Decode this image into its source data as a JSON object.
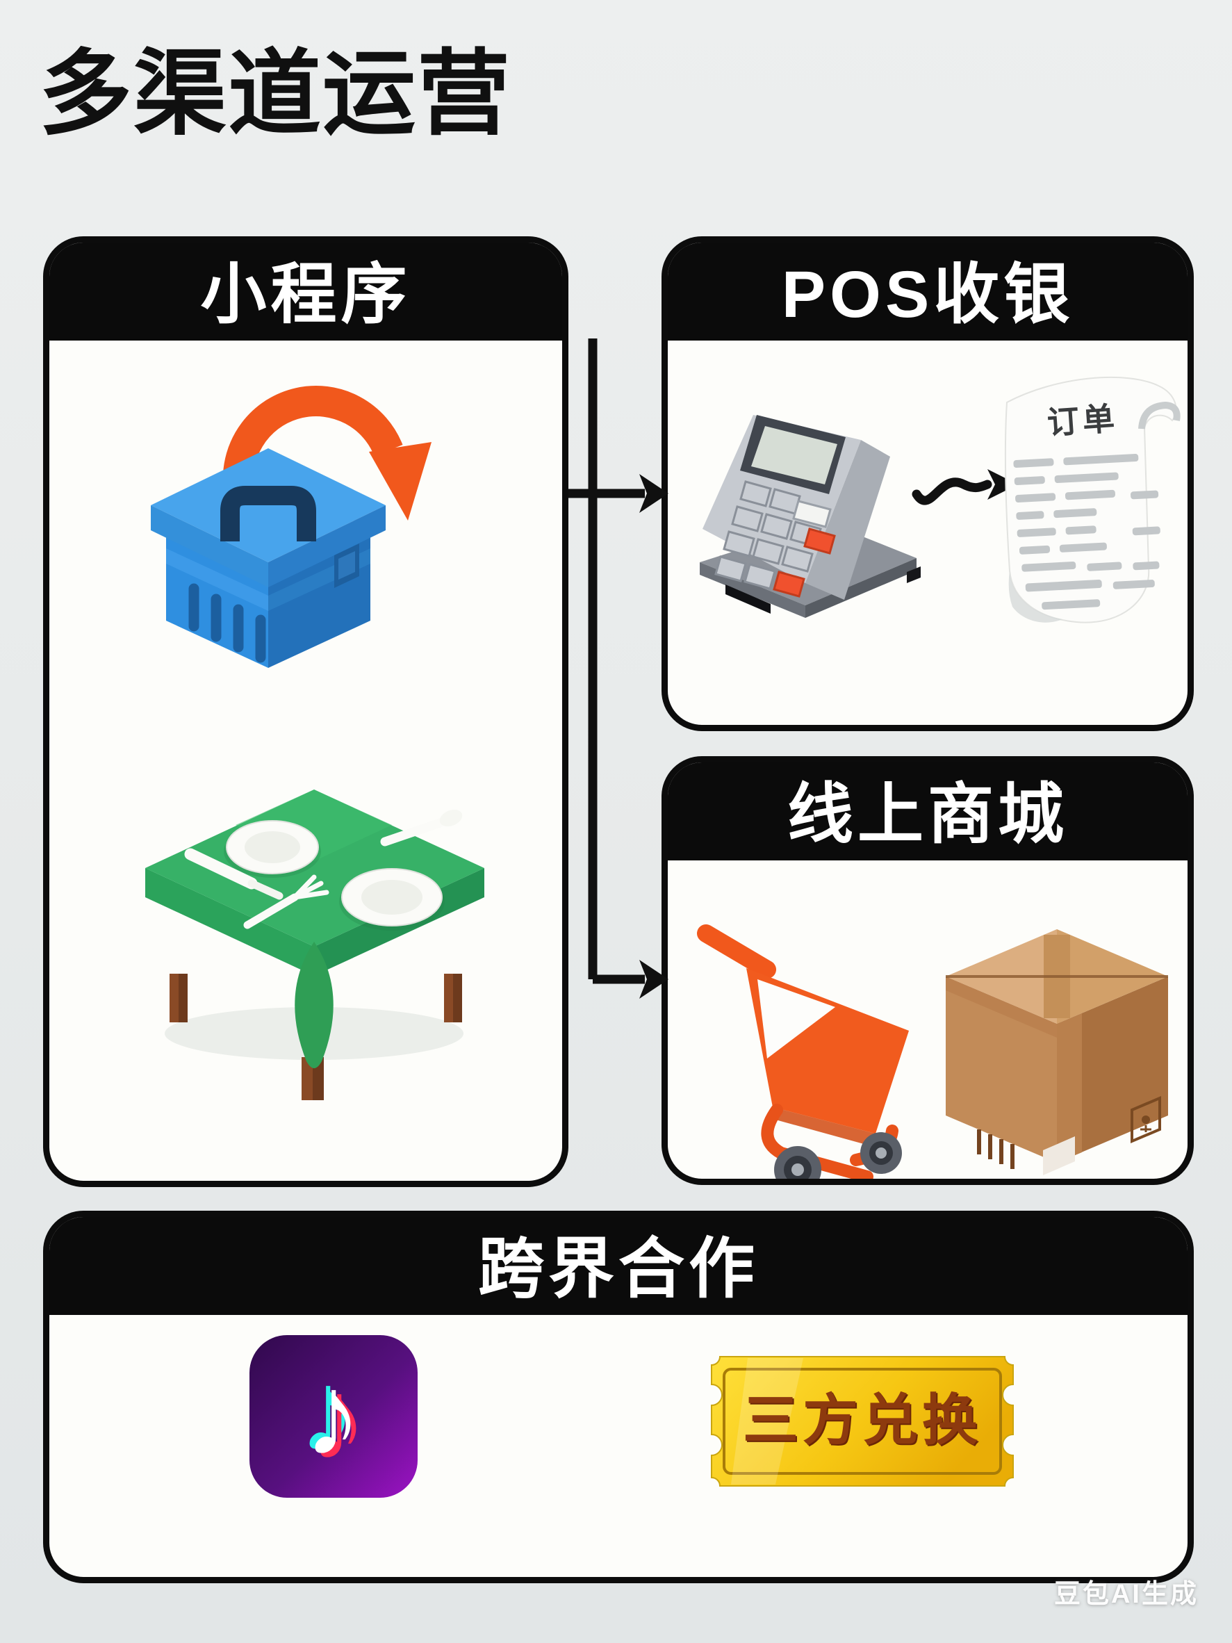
{
  "title": "多渠道运营",
  "panels": {
    "mini_program": {
      "label": "小程序"
    },
    "pos": {
      "label": "POS收银",
      "receipt_label": "订单"
    },
    "mall": {
      "label": "线上商城"
    },
    "cross": {
      "label": "跨界合作",
      "ticket_label": "三方兑换"
    }
  },
  "watermark": {
    "text": "豆包AI生成"
  },
  "icons": {
    "note_glyph": "♪",
    "names": [
      "curved-arrow-icon",
      "toolbox-icon",
      "dining-table-icon",
      "pos-terminal-icon",
      "cable-arrow-icon",
      "receipt-icon",
      "shopping-cart-icon",
      "package-box-icon",
      "tiktok-icon",
      "ticket-icon",
      "flow-arrow-icon"
    ]
  },
  "colors": {
    "background": "#e8ebeb",
    "panel": "#fdfdfa",
    "header": "#0b0b0b",
    "accent_orange": "#f1581c",
    "toolbox_blue": "#2f8fe0",
    "table_green": "#36b167",
    "pos_gray": "#c6cad0",
    "box_brown": "#c28b58",
    "ticket_yellow": "#f7cf1a",
    "ticket_text": "#8d3a0e",
    "tiktok_purple": "#6b0fa0",
    "tiktok_cyan": "#2af0ea",
    "tiktok_pink": "#fe2c55"
  }
}
